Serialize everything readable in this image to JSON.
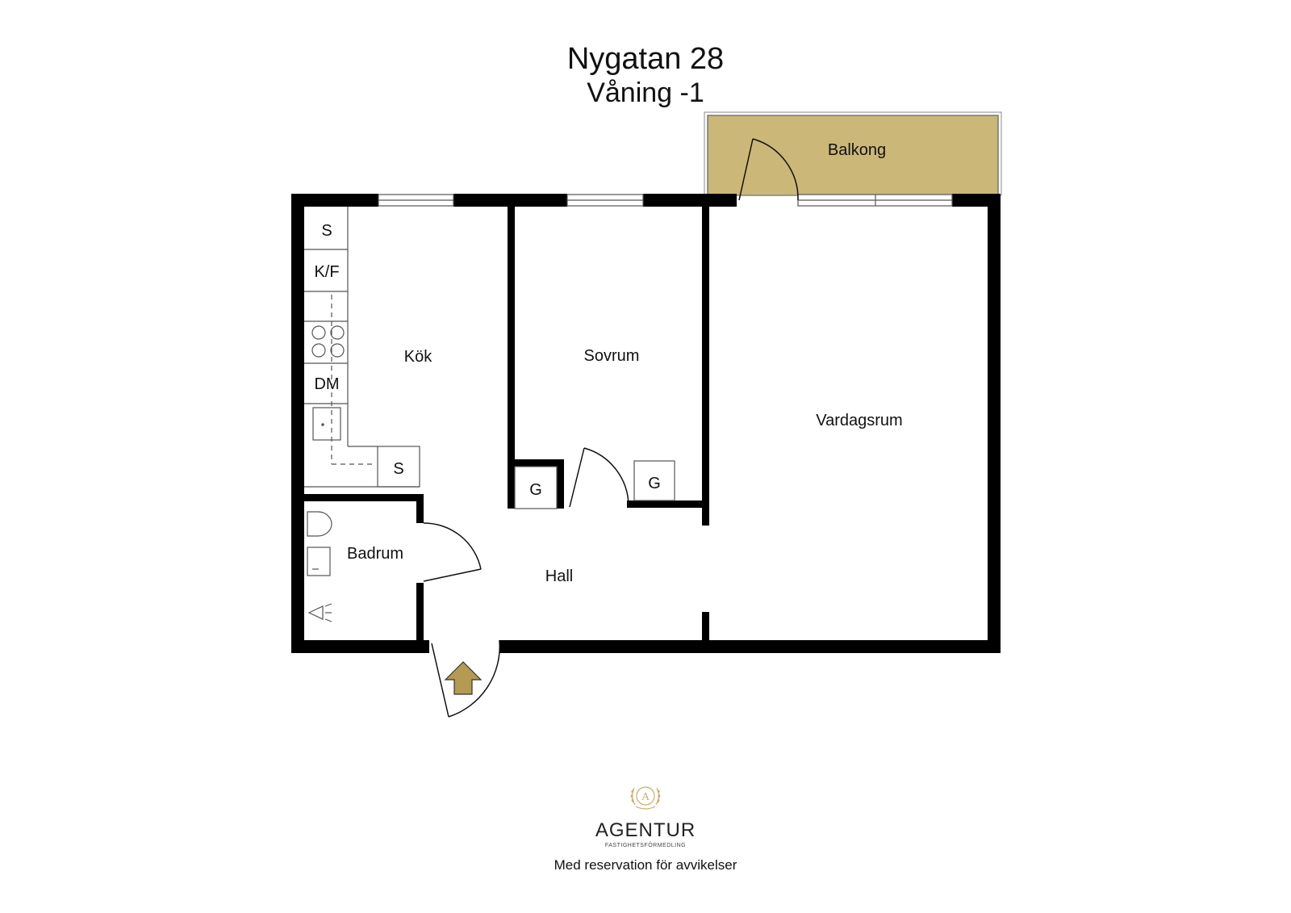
{
  "header": {
    "address": "Nygatan 28",
    "floor": "Våning -1"
  },
  "rooms": {
    "balkong": "Balkong",
    "kok": "Kök",
    "sovrum": "Sovrum",
    "vardagsrum": "Vardagsrum",
    "badrum": "Badrum",
    "hall": "Hall"
  },
  "fixtures": {
    "kitchen_s_top": "S",
    "kitchen_kf": "K/F",
    "kitchen_dm": "DM",
    "kitchen_s_bottom": "S",
    "closet_g_left": "G",
    "closet_g_right": "G"
  },
  "footer": {
    "brand": "AGENTUR",
    "brand_sub": "FASTIGHETSFÖRMEDLING",
    "logo_letter": "A",
    "disclaimer": "Med reservation för avvikelser"
  },
  "colors": {
    "wall": "#000000",
    "balcony": "#cbb778",
    "accent": "#b49a52"
  },
  "icons": {
    "entrance": "entrance-arrow-icon",
    "logo": "agentur-laurel-logo"
  }
}
